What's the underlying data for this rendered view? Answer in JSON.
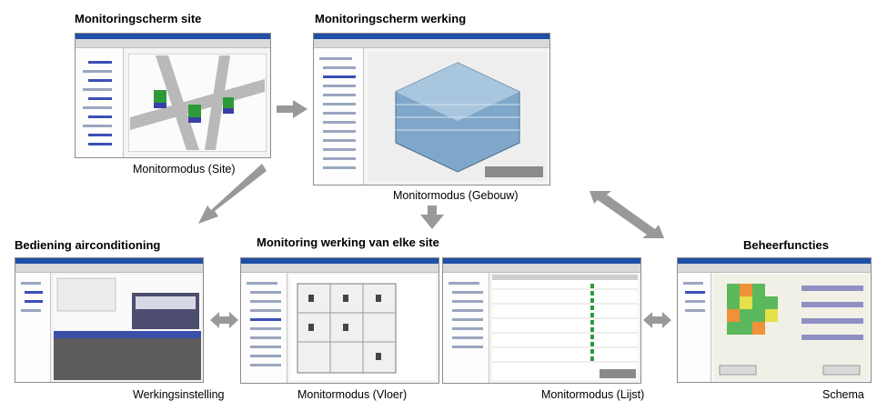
{
  "panels": {
    "site": {
      "title": "Monitoringscherm site",
      "caption": "Monitormodus (Site)"
    },
    "building": {
      "title": "Monitoringscherm werking",
      "caption": "Monitormodus (Gebouw)"
    },
    "aircon": {
      "title": "Bediening airconditioning",
      "caption": "Werkingsinstelling"
    },
    "monitoring": {
      "title": "Monitoring werking van elke site"
    },
    "floor": {
      "caption": "Monitormodus (Vloer)"
    },
    "list": {
      "caption": "Monitormodus (Lijst)"
    },
    "management": {
      "title": "Beheerfuncties",
      "caption": "Schema"
    }
  },
  "colors": {
    "arrow": "#999999",
    "titlebar": "#1f4fa6",
    "building": "#7fa7c9",
    "schedule_green": "#5cb85c",
    "schedule_orange": "#f0923a",
    "schedule_yellow": "#e6e04a"
  },
  "icons": [
    "arrow-right-icon",
    "arrow-down-left-icon",
    "arrow-down-icon",
    "double-arrow-diagonal-icon",
    "double-arrow-horizontal-icon"
  ]
}
